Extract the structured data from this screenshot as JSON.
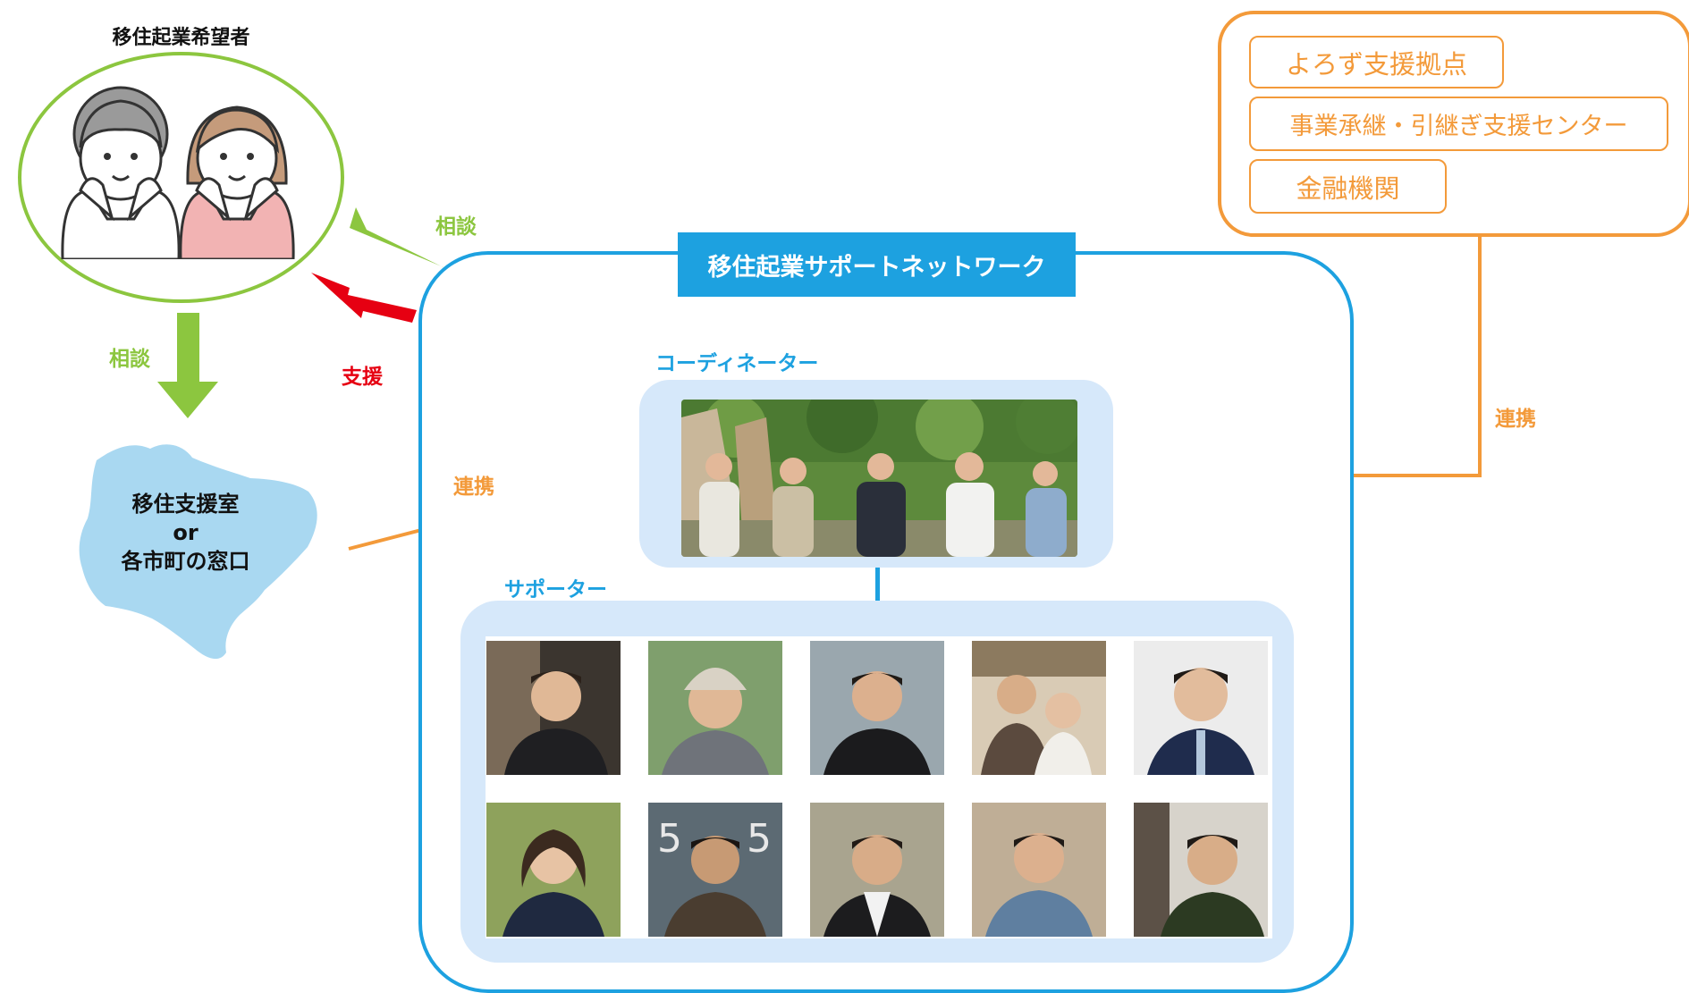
{
  "applicant": {
    "title": "移住起業希望者"
  },
  "office": {
    "line1": "移住支援室",
    "line2": "or",
    "line3": "各市町の窓口"
  },
  "arrows": {
    "consult_down": "相談",
    "consult_diag": "相談",
    "support": "支援",
    "link_office": "連携",
    "link_org": "連携"
  },
  "network": {
    "title": "移住起業サポートネットワーク",
    "coordinator_label": "コーディネーター",
    "supporter_label": "サポーター"
  },
  "organizations": {
    "items": [
      "よろず支援拠点",
      "事業承継・引継ぎ支援センター",
      "金融機関"
    ]
  },
  "colors": {
    "green": "#8cc63f",
    "red": "#e60012",
    "orange": "#f39a3a",
    "blue": "#1da1e0",
    "light_blue_panel": "#d6e8fa",
    "map_blue": "#a9d8f1"
  }
}
